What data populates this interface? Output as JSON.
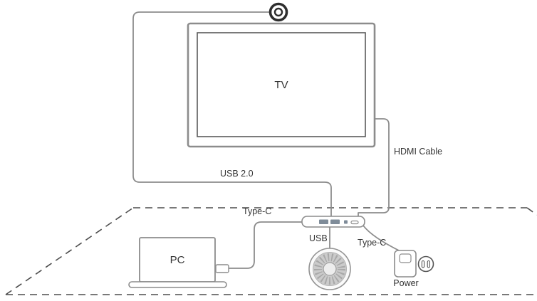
{
  "diagram": {
    "title_hint": "Video conferencing setup connection diagram",
    "labels": {
      "tv": "TV",
      "usb2": "USB 2.0",
      "hdmi": "HDMI Cable",
      "typec_pc": "Type-C",
      "usb_speaker": "USB",
      "typec_power": "Type-C",
      "pc": "PC",
      "power": "Power"
    },
    "colors": {
      "wire": "#8c8c8c",
      "dashed_table": "#4d4d4d",
      "camera_ring": "#2e2e2e",
      "text": "#333333",
      "port_fill": "#7f8c99",
      "speaker_ring": "#adadad"
    }
  }
}
